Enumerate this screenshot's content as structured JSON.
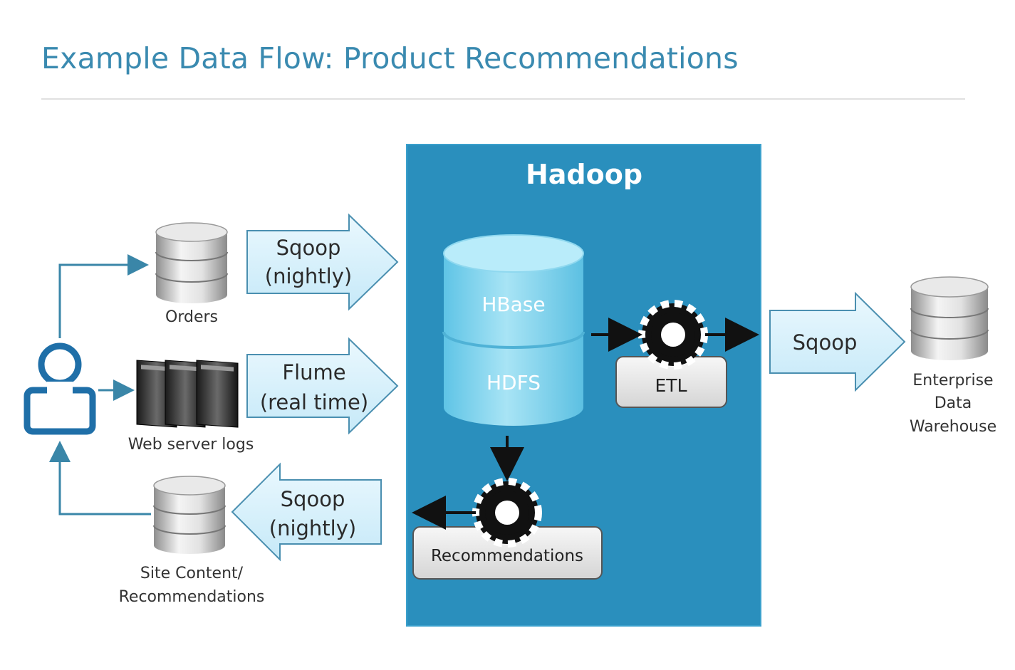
{
  "title": "Example Data Flow: Product Recommendations",
  "hadoop": {
    "title": "Hadoop",
    "store_top": "HBase",
    "store_bottom": "HDFS",
    "etl_label": "ETL",
    "recommendations_label": "Recommendations"
  },
  "sources": {
    "orders": "Orders",
    "web_logs": "Web server logs",
    "site_content_line1": "Site Content/",
    "site_content_line2": "Recommendations"
  },
  "arrows": {
    "orders": {
      "line1": "Sqoop",
      "line2": "(nightly)"
    },
    "logs": {
      "line1": "Flume",
      "line2": "(real time)"
    },
    "site": {
      "line1": "Sqoop",
      "line2": "(nightly)"
    },
    "edw": {
      "line1": "Sqoop"
    }
  },
  "warehouse": {
    "line1": "Enterprise",
    "line2": "Data",
    "line3": "Warehouse"
  },
  "colors": {
    "title": "#3a8ab0",
    "hadoop_panel": "#2a8fbd",
    "arrow_fill": "#d8f0fb",
    "cylinder": "#7fd3ec",
    "connector": "#3a86a8"
  },
  "icons": {
    "user": "user-icon",
    "database": "database-icon",
    "server": "server-icon",
    "gear": "gear-icon"
  }
}
